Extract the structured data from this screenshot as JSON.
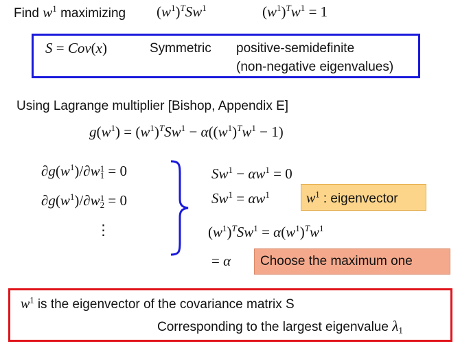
{
  "title": {
    "find_label": "Find",
    "w": "w",
    "one": "1",
    "maximizing_label": "maximizing"
  },
  "definition_box": {
    "s_eq": "S = Cov(x)",
    "symmetric_label": "Symmetric",
    "psd_label": "positive-semidefinite",
    "nonneg_label": "(non-negative eigenvalues)",
    "border_color": "#1a1adc"
  },
  "lagrange_text": "Using Lagrange multiplier [Bishop, Appendix E]",
  "derivation": {
    "eq_zero": "= 0",
    "dots": "⋮",
    "eq1": "Sw",
    "minus_alpha": " − αw",
    "eq_alpha": " = αw",
    "eq_alpha_result": "= α"
  },
  "highlights": {
    "eigenvector_label": ": eigenvector",
    "choose_label": "Choose the maximum one",
    "yellow_color": "#fdd58a",
    "orange_color": "#f4a98c"
  },
  "conclusion_box": {
    "line1": "is the eigenvector of the covariance matrix S",
    "line2": "Corresponding to the largest eigenvalue",
    "lambda": "λ",
    "lambda_sub": "1",
    "border_color": "#e0141b"
  }
}
